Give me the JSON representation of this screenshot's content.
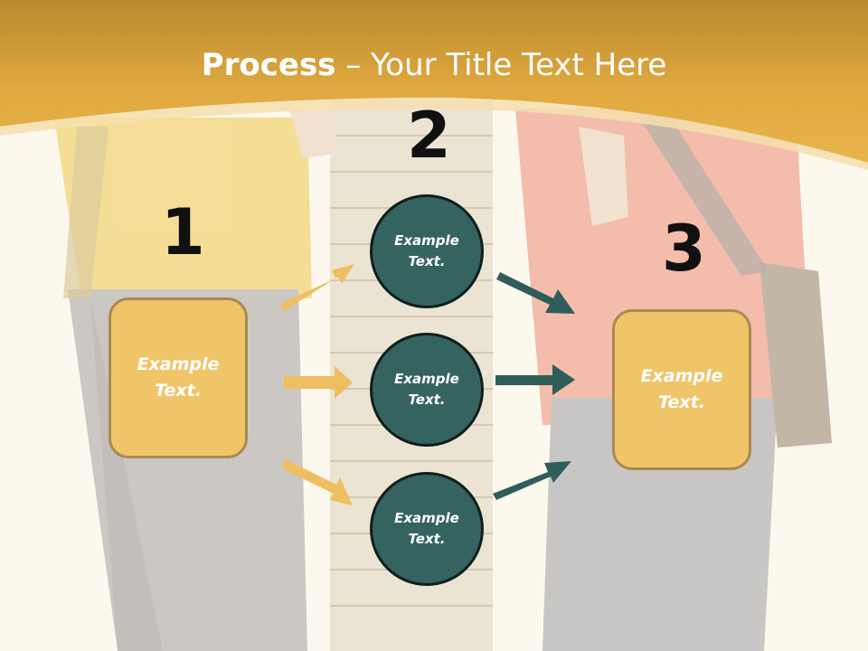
{
  "title": {
    "bold": "Process",
    "rest": " – Your Title Text Here"
  },
  "steps": [
    {
      "number": "1",
      "text": "Example Text."
    },
    {
      "number": "2"
    },
    {
      "number": "3",
      "text": "Example Text."
    }
  ],
  "circles": [
    {
      "text": "Example Text."
    },
    {
      "text": "Example Text."
    },
    {
      "text": "Example Text."
    }
  ],
  "colors": {
    "header": "#dfa63f",
    "box_fill": "#f0c56a",
    "box_border": "#a98a4f",
    "circle_fill": "#356360",
    "circle_border": "#0f1f1e",
    "arrow_left": "#eebe60",
    "arrow_right": "#2e5d5a"
  }
}
